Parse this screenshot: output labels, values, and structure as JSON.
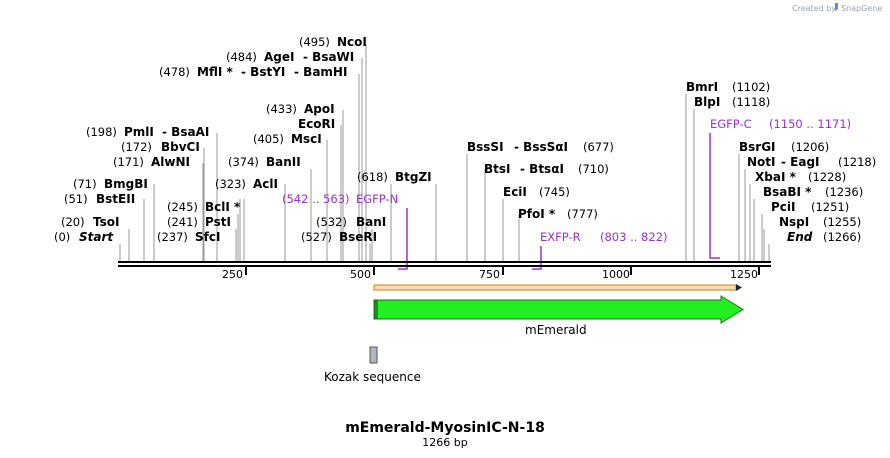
{
  "credit": {
    "text": "Created by",
    "brand": "SnapGene"
  },
  "plasmid": {
    "name": "mEmerald-MyosinIC-N-18",
    "length_label": "1266 bp",
    "length": 1266
  },
  "ruler": {
    "ticks": [
      "250",
      "500",
      "750",
      "1000",
      "1250"
    ]
  },
  "enzymes": [
    {
      "name": "Start",
      "pos_label": "(0)",
      "italic": true
    },
    {
      "name": "TsoI",
      "pos_label": "(20)"
    },
    {
      "name": "BstEII",
      "pos_label": "(51)"
    },
    {
      "name": "BmgBI",
      "pos_label": "(71)"
    },
    {
      "name": "AlwNI",
      "pos_label": "(171)"
    },
    {
      "name": "BbvCI",
      "pos_label": "(172)"
    },
    {
      "name": "PmlI",
      "name2": "BsaAI",
      "pos_label": "(198)"
    },
    {
      "name": "SfcI",
      "pos_label": "(237)"
    },
    {
      "name": "PstI",
      "pos_label": "(241)"
    },
    {
      "name": "BclI *",
      "pos_label": "(245)"
    },
    {
      "name": "AclI",
      "pos_label": "(323)"
    },
    {
      "name": "BanII",
      "pos_label": "(374)"
    },
    {
      "name": "MscI",
      "pos_label": "(405)"
    },
    {
      "name": "EcoRI",
      "pos_label": ""
    },
    {
      "name": "ApoI",
      "pos_label": "(433)"
    },
    {
      "name": "MflI *",
      "name2": "BstYI",
      "name3": "BamHI",
      "pos_label": "(478)"
    },
    {
      "name": "AgeI",
      "name2": "BsaWI",
      "pos_label": "(484)"
    },
    {
      "name": "NcoI",
      "pos_label": "(495)"
    },
    {
      "name": "BseRI",
      "pos_label": "(527)"
    },
    {
      "name": "BanI",
      "pos_label": "(532)"
    },
    {
      "name": "BtgZI",
      "pos_label": "(618)"
    },
    {
      "name": "BssSI",
      "name2": "BssSαI",
      "pos_label": "(677)"
    },
    {
      "name": "BtsI",
      "name2": "BtsαI",
      "pos_label": "(710)"
    },
    {
      "name": "EciI",
      "pos_label": "(745)"
    },
    {
      "name": "PfoI *",
      "pos_label": "(777)"
    },
    {
      "name": "BmrI",
      "pos_label": "(1102)"
    },
    {
      "name": "BlpI",
      "pos_label": "(1118)"
    },
    {
      "name": "BsrGI",
      "pos_label": "(1206)"
    },
    {
      "name": "NotI",
      "name2": "EagI",
      "pos_label": "(1218)"
    },
    {
      "name": "XbaI *",
      "pos_label": "(1228)"
    },
    {
      "name": "BsaBI *",
      "pos_label": "(1236)"
    },
    {
      "name": "PciI",
      "pos_label": "(1251)"
    },
    {
      "name": "NspI",
      "pos_label": "(1255)"
    },
    {
      "name": "End",
      "pos_label": "(1266)",
      "italic": true
    }
  ],
  "primers": [
    {
      "name": "EGFP-N",
      "range": "(542 .. 563)"
    },
    {
      "name": "EXFP-R",
      "range": "(803 .. 822)"
    },
    {
      "name": "EGFP-C",
      "range": "(1150 .. 1171)"
    }
  ],
  "features": {
    "orf": {
      "start": 496,
      "end": 1230
    },
    "cds": {
      "name": "mEmerald",
      "color": "#22ee22",
      "start": 496,
      "end": 1230
    },
    "kozak": {
      "name": "Kozak sequence",
      "start": 487,
      "end": 499
    }
  },
  "colors": {
    "primer": "#9933cc",
    "orf": "#f5deb3",
    "orf_border": "#c8860a",
    "cds": "#22ee22"
  }
}
